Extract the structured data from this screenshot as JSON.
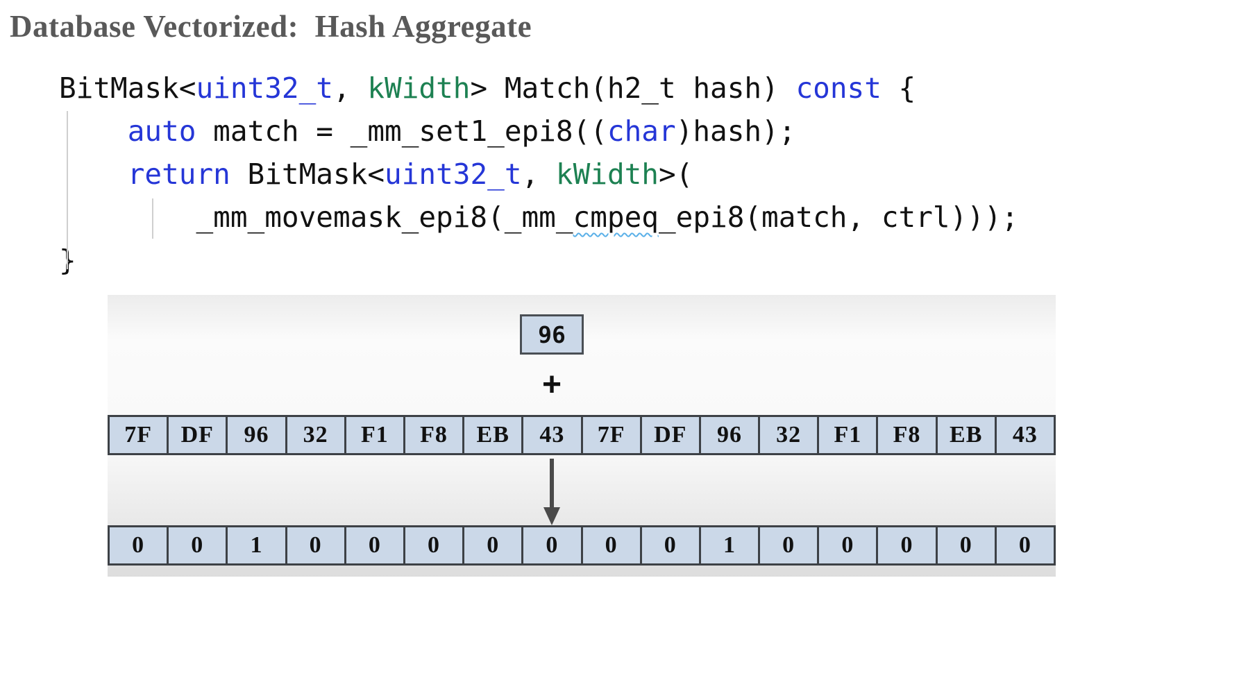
{
  "title": "Database Vectorized:  Hash Aggregate",
  "code": {
    "lines": [
      [
        {
          "t": "BitMask<",
          "c": "plain"
        },
        {
          "t": "uint32_t",
          "c": "kw"
        },
        {
          "t": ", ",
          "c": "plain"
        },
        {
          "t": "kWidth",
          "c": "type"
        },
        {
          "t": "> Match(h2_t hash) ",
          "c": "plain"
        },
        {
          "t": "const",
          "c": "kw"
        },
        {
          "t": " {",
          "c": "plain"
        }
      ],
      [
        {
          "t": "    ",
          "c": "plain"
        },
        {
          "t": "auto",
          "c": "kw"
        },
        {
          "t": " match = _mm_set1_epi8((",
          "c": "plain"
        },
        {
          "t": "char",
          "c": "kw"
        },
        {
          "t": ")hash);",
          "c": "plain"
        }
      ],
      [
        {
          "t": "    ",
          "c": "plain"
        },
        {
          "t": "return",
          "c": "kw"
        },
        {
          "t": " BitMask<",
          "c": "plain"
        },
        {
          "t": "uint32_t",
          "c": "kw"
        },
        {
          "t": ", ",
          "c": "plain"
        },
        {
          "t": "kWidth",
          "c": "type"
        },
        {
          "t": ">(",
          "c": "plain"
        }
      ],
      [
        {
          "t": "        _mm_movemask_epi8(_mm_",
          "c": "plain"
        },
        {
          "t": "cmpeq",
          "c": "squiggle"
        },
        {
          "t": "_epi8(match, ctrl)));",
          "c": "plain"
        }
      ],
      [
        {
          "t": "}",
          "c": "plain"
        }
      ]
    ]
  },
  "diagram": {
    "hash_value": "96",
    "plus_sign": "+",
    "hex_cells": [
      "7F",
      "DF",
      "96",
      "32",
      "F1",
      "F8",
      "EB",
      "43",
      "7F",
      "DF",
      "96",
      "32",
      "F1",
      "F8",
      "EB",
      "43"
    ],
    "bit_cells": [
      "0",
      "0",
      "1",
      "0",
      "0",
      "0",
      "0",
      "0",
      "0",
      "0",
      "1",
      "0",
      "0",
      "0",
      "0",
      "0"
    ]
  },
  "colors": {
    "keyword": "#2536d7",
    "type": "#1d8152",
    "code_text": "#111111",
    "title": "#595959",
    "cell_fill": "#cbd8e8",
    "cell_border": "#3d4146",
    "squiggle": "#5ab0e8"
  }
}
